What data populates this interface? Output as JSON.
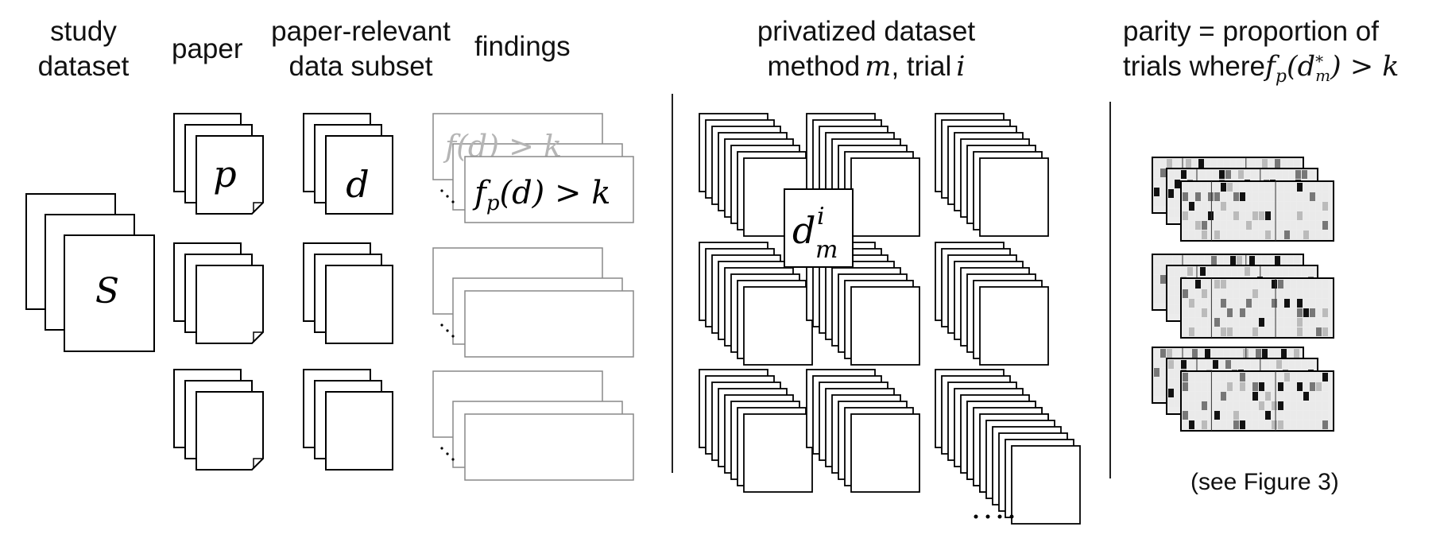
{
  "headers": {
    "study_dataset": "study\ndataset",
    "paper": "paper",
    "paper_relevant": "paper-relevant\ndata subset",
    "findings": "findings",
    "privatized_line1": "privatized dataset",
    "privatized_line2_prefix": "method",
    "privatized_m": "m",
    "privatized_sep": ", trial",
    "privatized_i": "i",
    "parity_line1": "parity = proportion of",
    "parity_line2_prefix": "trials where"
  },
  "symbols": {
    "study_dataset": "S",
    "paper": "p",
    "data_subset": "d",
    "finding_back": "f(d) > k",
    "finding_front": "f",
    "finding_front_sub": "p",
    "finding_front_rest": "(d) > k",
    "privatized_base": "d",
    "privatized_sup": "i",
    "privatized_sub": "m",
    "parity_formula": "f",
    "parity_formula_sub": "p",
    "parity_formula_rest_open": "(d",
    "parity_formula_sup": "*",
    "parity_formula_inner_sub": "m",
    "parity_formula_rest_close": ") > k"
  },
  "caption": "(see Figure 3)",
  "colors": {
    "stroke": "#000000",
    "faint_stroke": "#888888",
    "faint_text": "#b5b5b5",
    "grid_light": "#e6e6e6"
  }
}
